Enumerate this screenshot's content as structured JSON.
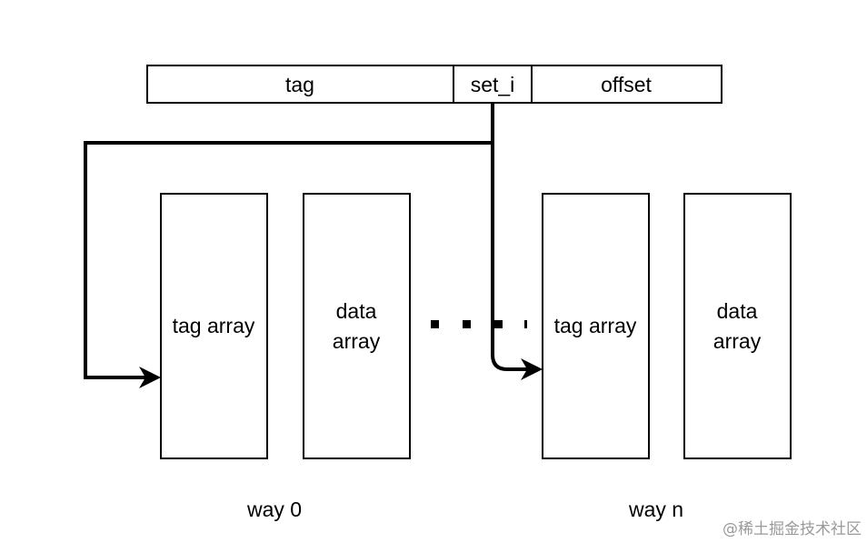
{
  "address_fields": {
    "tag": "tag",
    "set_index": "set_i",
    "offset": "offset"
  },
  "ways": [
    {
      "tag_array_label": "tag array",
      "data_array_line1": "data",
      "data_array_line2": "array",
      "way_label": "way 0"
    },
    {
      "tag_array_label": "tag array",
      "data_array_line1": "data",
      "data_array_line2": "array",
      "way_label": "way n"
    }
  ],
  "watermark": "@稀土掘金技术社区",
  "colors": {
    "stroke": "#000000",
    "background": "#ffffff",
    "watermark": "#9a9a9a"
  }
}
